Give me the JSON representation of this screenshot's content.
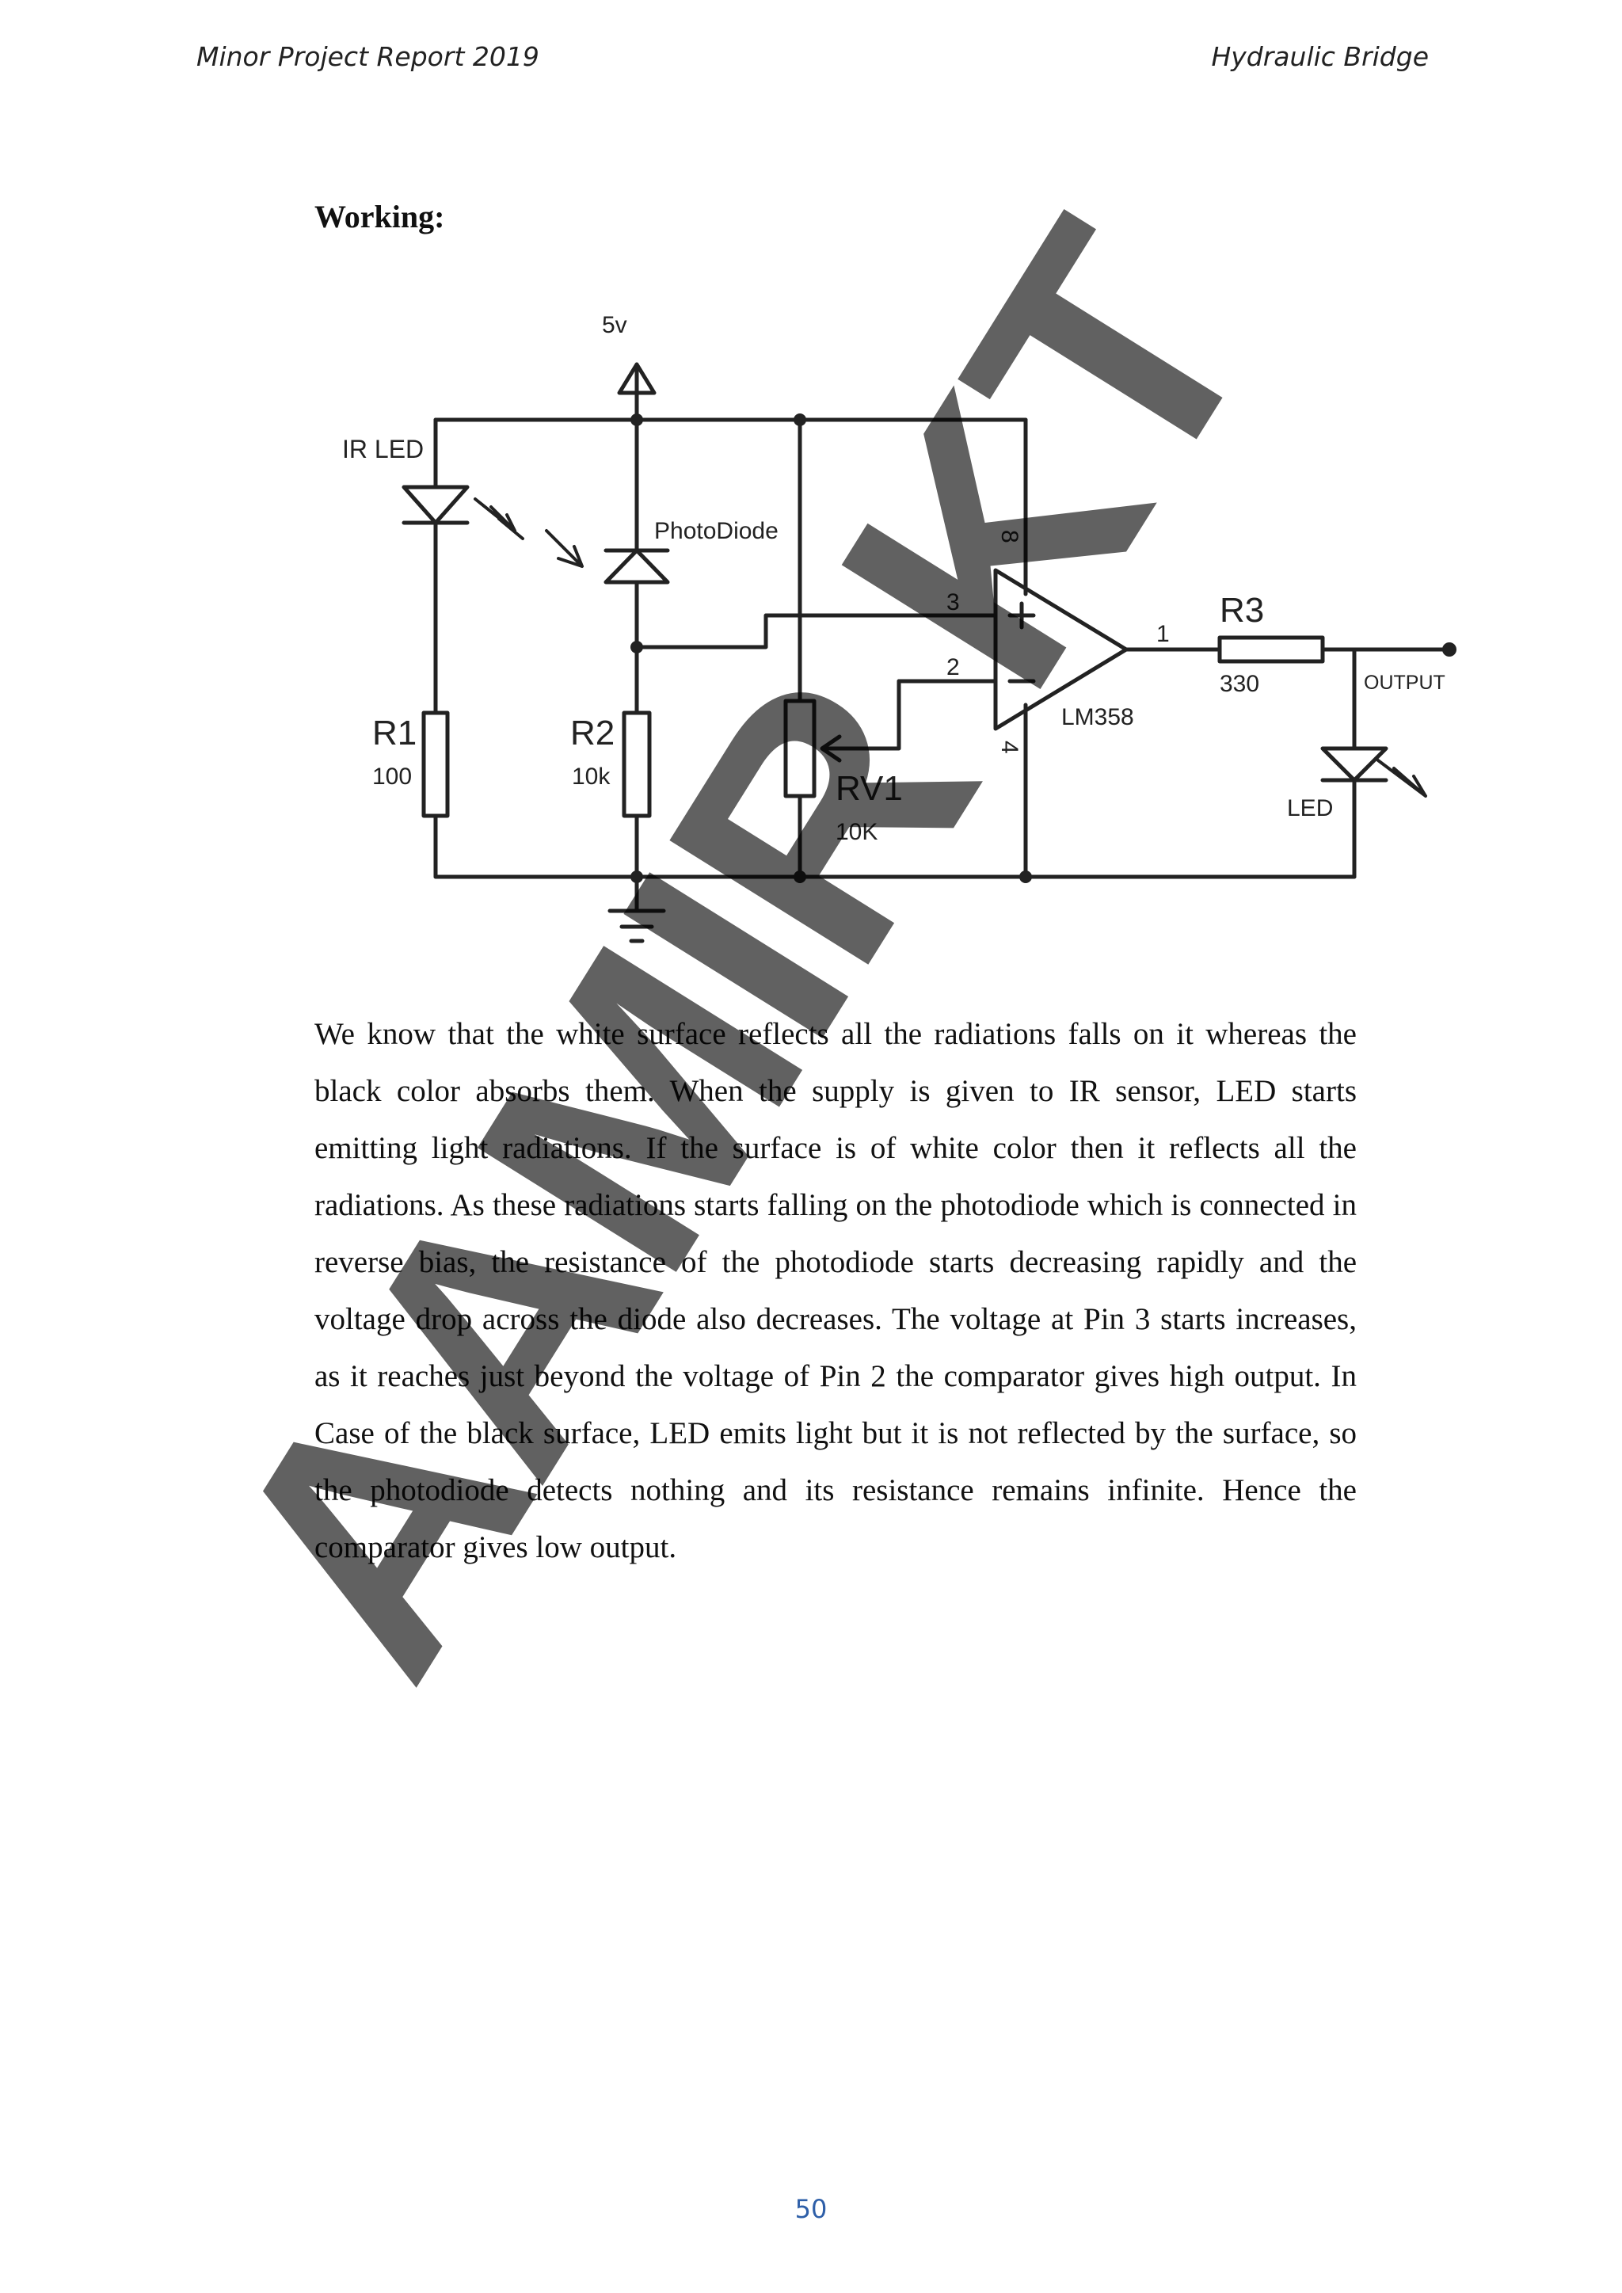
{
  "header": {
    "left": "Minor Project Report 2019",
    "right": "Hydraulic Bridge"
  },
  "section": {
    "heading": "Working:"
  },
  "circuit": {
    "supply": "5v",
    "ir_led": "IR LED",
    "photodiode": "PhotoDiode",
    "r1_name": "R1",
    "r1_value": "100",
    "r2_name": "R2",
    "r2_value": "10k",
    "rv1_name": "RV1",
    "rv1_value": "10K",
    "r3_name": "R3",
    "r3_value": "330",
    "opamp": "LM358",
    "pin_3": "3",
    "pin_2": "2",
    "pin_8": "8",
    "pin_4": "4",
    "pin_1": "1",
    "output": "OUTPUT",
    "led": "LED"
  },
  "body": {
    "paragraph": "We know that the white surface reflects all the radiations falls on it whereas the black color absorbs them. When the supply is given to IR sensor, LED starts emitting light radiations. If the surface is of white color then it reflects all the radiations. As these radiations starts falling on the photodiode which is connected in reverse bias, the resistance of the photodiode starts decreasing rapidly and the voltage drop across the diode also decreases. The voltage at Pin 3 starts increases, as it reaches just beyond the voltage of Pin 2 the comparator gives high output. In Case of the black surface, LED emits light but it is not reflected by the surface, so the photodiode detects nothing and its resistance remains infinite. Hence the comparator gives low output."
  },
  "watermark": {
    "text": "AAMIR KT"
  },
  "footer": {
    "page_number": "50"
  }
}
